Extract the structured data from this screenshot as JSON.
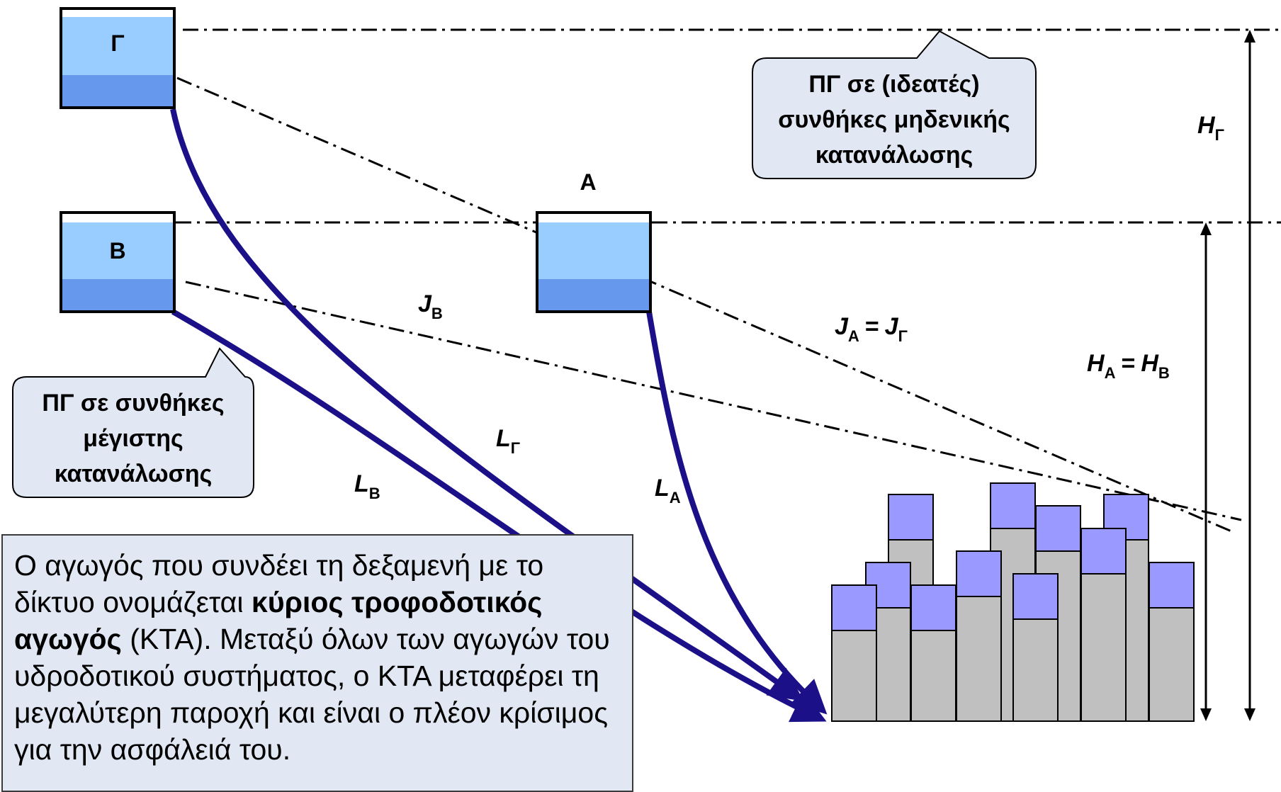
{
  "tanks": {
    "gamma": "Γ",
    "beta": "Β",
    "alpha": "Α"
  },
  "callouts": {
    "zero_consumption": [
      "ΠΓ σε (ιδεατές)",
      "συνθήκες μηδενικής",
      "κατανάλωσης"
    ],
    "max_consumption": [
      "ΠΓ σε συνθήκες",
      "μέγιστης",
      "κατανάλωσης"
    ]
  },
  "labels": {
    "J": "J",
    "L": "L",
    "H": "H",
    "eq": "=",
    "sub_beta": "Β",
    "sub_alpha": "Α",
    "sub_gamma": "Γ"
  },
  "description": {
    "part1": "Ο αγωγός που συνδέει τη δεξαμενή με το δίκτυο ονομάζεται ",
    "bold1": "κύριος τροφοδοτικός αγωγός",
    "part2": " (ΚΤΑ). Μεταξύ όλων των αγωγών του υδροδοτικού συστήματος, ο ΚΤΑ μεταφέρει τη μεγαλύτερη παροχή και είναι ο πλέον κρίσιμος για την ασφάλειά του."
  },
  "colors": {
    "water_light": "#99ccff",
    "water_dark": "#6699ee",
    "pipe": "#1c1088",
    "building_gray": "#c0c0c0",
    "building_roof": "#9999ff",
    "callout_fill": "#e1e8f4"
  }
}
